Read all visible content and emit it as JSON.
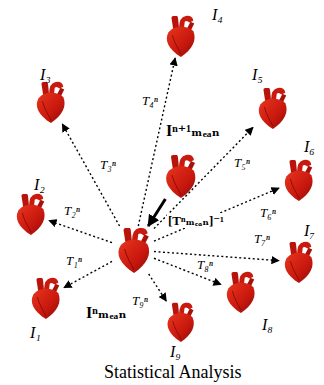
{
  "diagram": {
    "caption": "Statistical Analysis",
    "nodes": [
      {
        "text": [
          "I₄"
        ]
      },
      {
        "text": [
          "I₃"
        ]
      },
      {
        "text": [
          "I₅"
        ]
      },
      {
        "text": [
          "Iⁿ⁺¹ₘₑₐₙ"
        ]
      },
      {
        "text": [
          "I₆"
        ]
      },
      {
        "text": [
          "I₂"
        ]
      },
      {
        "text": [
          "I₇"
        ]
      },
      {
        "text": [
          "Iⁿₘₑₐₙ"
        ]
      },
      {
        "text": [
          "I₈"
        ]
      },
      {
        "text": [
          "I₁"
        ]
      },
      {
        "text": [
          "I₉"
        ]
      }
    ],
    "edges": [
      {
        "from": 7,
        "to": 9,
        "arrow": "to",
        "label": "T₁ⁿ"
      },
      {
        "from": 7,
        "to": 5,
        "arrow": "to",
        "label": "T₂ⁿ"
      },
      {
        "from": 7,
        "to": 1,
        "arrow": "to",
        "label": "T₃ⁿ"
      },
      {
        "from": 7,
        "to": 0,
        "arrow": "to",
        "label": "T₄ⁿ"
      },
      {
        "from": 7,
        "to": 2,
        "arrow": "to",
        "label": "T₅ⁿ"
      },
      {
        "from": 7,
        "to": 4,
        "arrow": "to",
        "label": "T₆ⁿ"
      },
      {
        "from": 7,
        "to": 6,
        "arrow": "to",
        "label": "T₇ⁿ"
      },
      {
        "from": 7,
        "to": 8,
        "arrow": "to",
        "label": "T₈ⁿ"
      },
      {
        "from": 7,
        "to": 10,
        "arrow": "to",
        "label": "T₉ⁿ"
      },
      {
        "from": 3,
        "to": 7,
        "arrow": "to",
        "label": "[Tⁿₘₑₐₙ]⁻¹"
      }
    ]
  }
}
